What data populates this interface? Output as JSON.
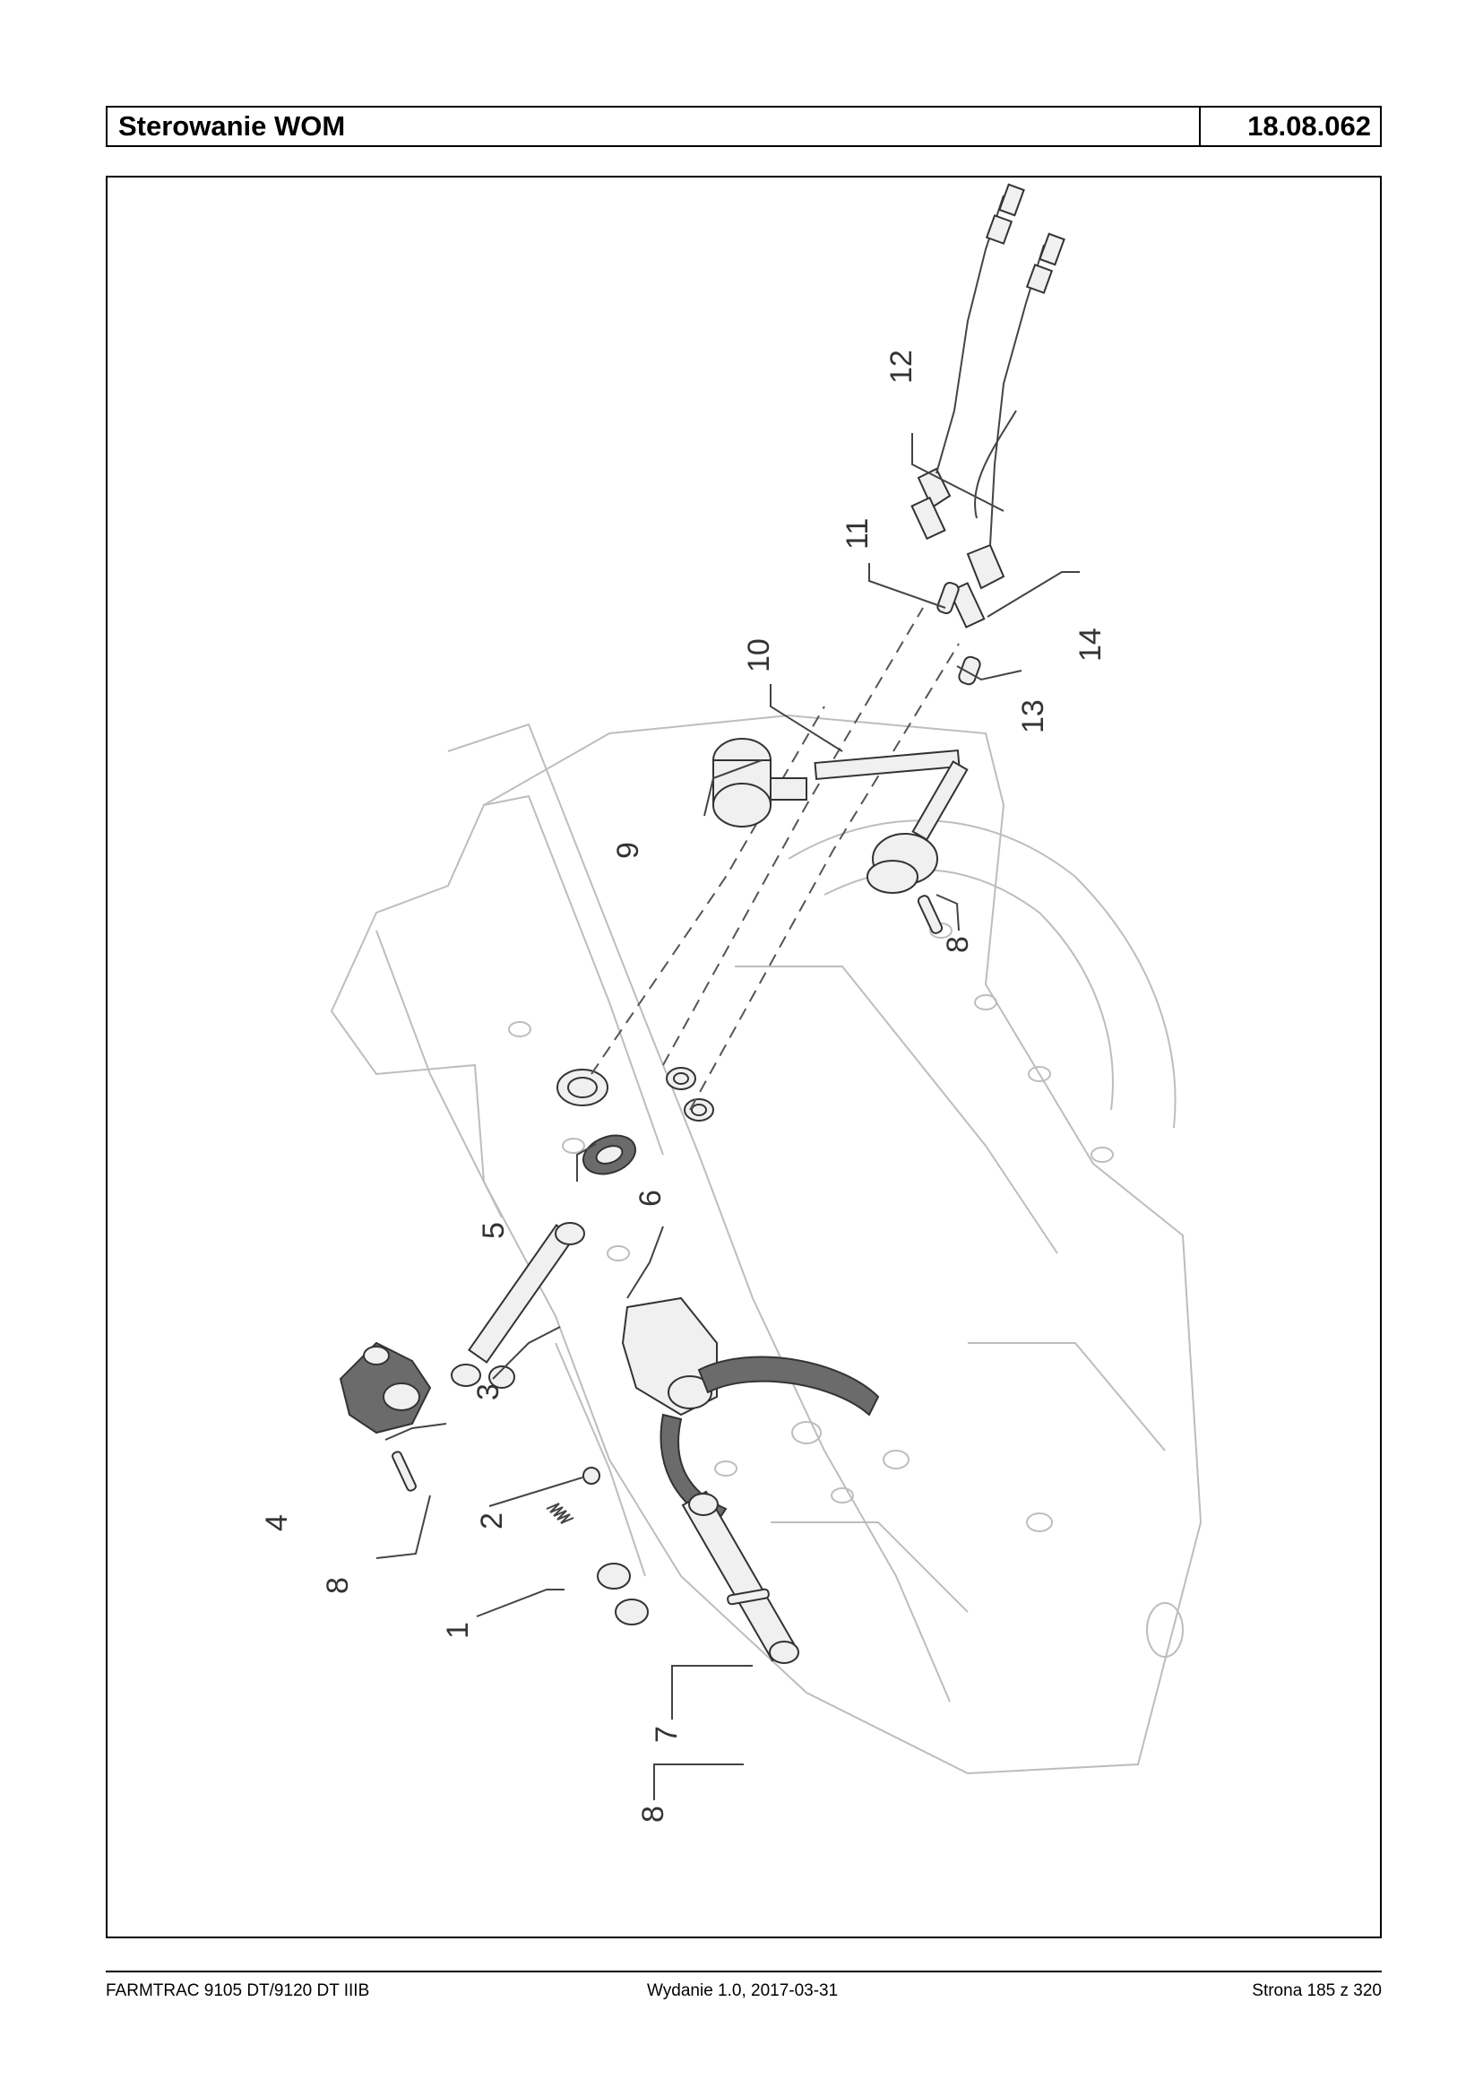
{
  "header": {
    "title": "Sterowanie WOM",
    "code": "18.08.062"
  },
  "figure": {
    "callouts": [
      {
        "id": "c12",
        "text": "12"
      },
      {
        "id": "c11",
        "text": "11"
      },
      {
        "id": "c10",
        "text": "10"
      },
      {
        "id": "c13",
        "text": "13"
      },
      {
        "id": "c14",
        "text": "14"
      },
      {
        "id": "c9",
        "text": "9"
      },
      {
        "id": "c8a",
        "text": "8"
      },
      {
        "id": "c5",
        "text": "5"
      },
      {
        "id": "c6",
        "text": "6"
      },
      {
        "id": "c3",
        "text": "3"
      },
      {
        "id": "c4",
        "text": "4"
      },
      {
        "id": "c8b",
        "text": "8"
      },
      {
        "id": "c2",
        "text": "2"
      },
      {
        "id": "c1",
        "text": "1"
      },
      {
        "id": "c7",
        "text": "7"
      },
      {
        "id": "c8c",
        "text": "8"
      }
    ]
  },
  "footer": {
    "left": "FARMTRAC 9105 DT/9120 DT IIIB",
    "center": "Wydanie 1.0,  2017-03-31",
    "right": "Strona 185 z 320"
  }
}
